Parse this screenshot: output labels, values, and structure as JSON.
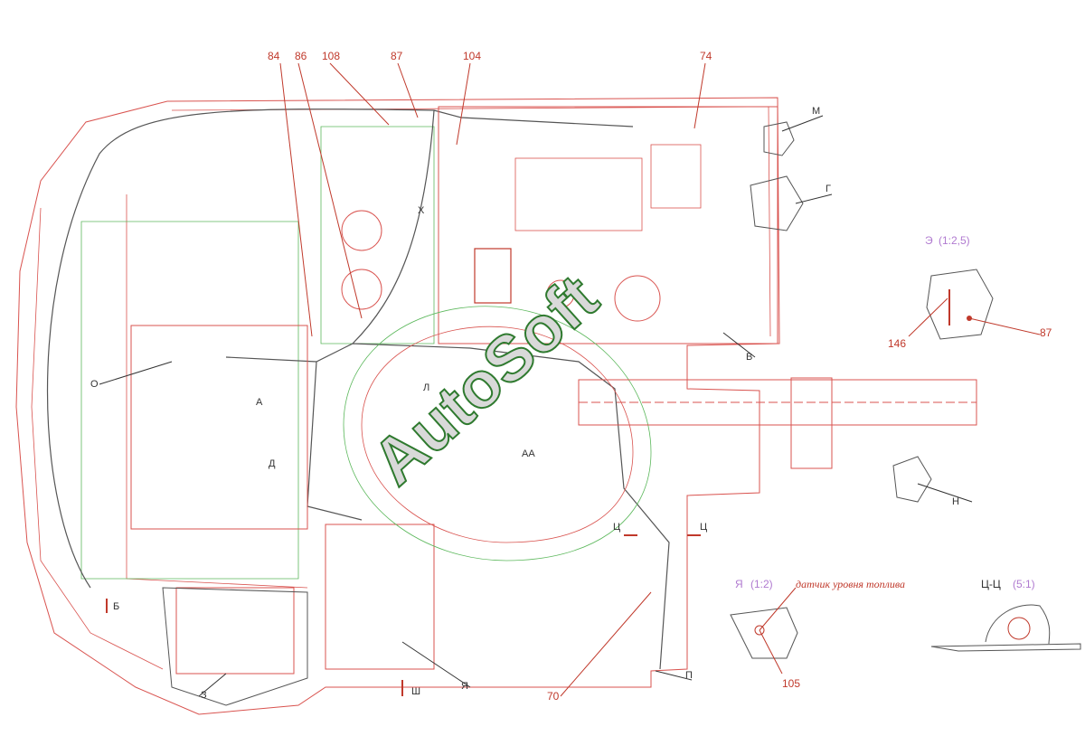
{
  "leaders": {
    "n84": "84",
    "n86": "86",
    "n108": "108",
    "n87top": "87",
    "n104": "104",
    "n74": "74",
    "M": "М",
    "G": "Г",
    "V": "В",
    "N": "Н",
    "O": "О",
    "Z": "З",
    "YA": "Я",
    "P": "П",
    "n70": "70",
    "Sh": "Ш",
    "B": "Б",
    "D": "Д",
    "X": "Х",
    "L": "Л",
    "A": "А",
    "AA": "АА",
    "C1": "Ц",
    "C2": "Ц"
  },
  "detail_e": {
    "title": "Э",
    "scale": "(1:2,5)",
    "ref146": "146",
    "ref87": "87"
  },
  "detail_ya": {
    "title": "Я",
    "scale": "(1:2)",
    "caption": "датчик уровня топлива",
    "ref105": "105"
  },
  "detail_cc": {
    "title": "Ц-Ц",
    "scale": "(5:1)"
  },
  "watermark": "AutoSoft",
  "colors": {
    "frame": "#d9534f",
    "green": "#5cb85c",
    "wire": "#555555",
    "accent": "#c0392b",
    "purple": "#b07ad0"
  }
}
